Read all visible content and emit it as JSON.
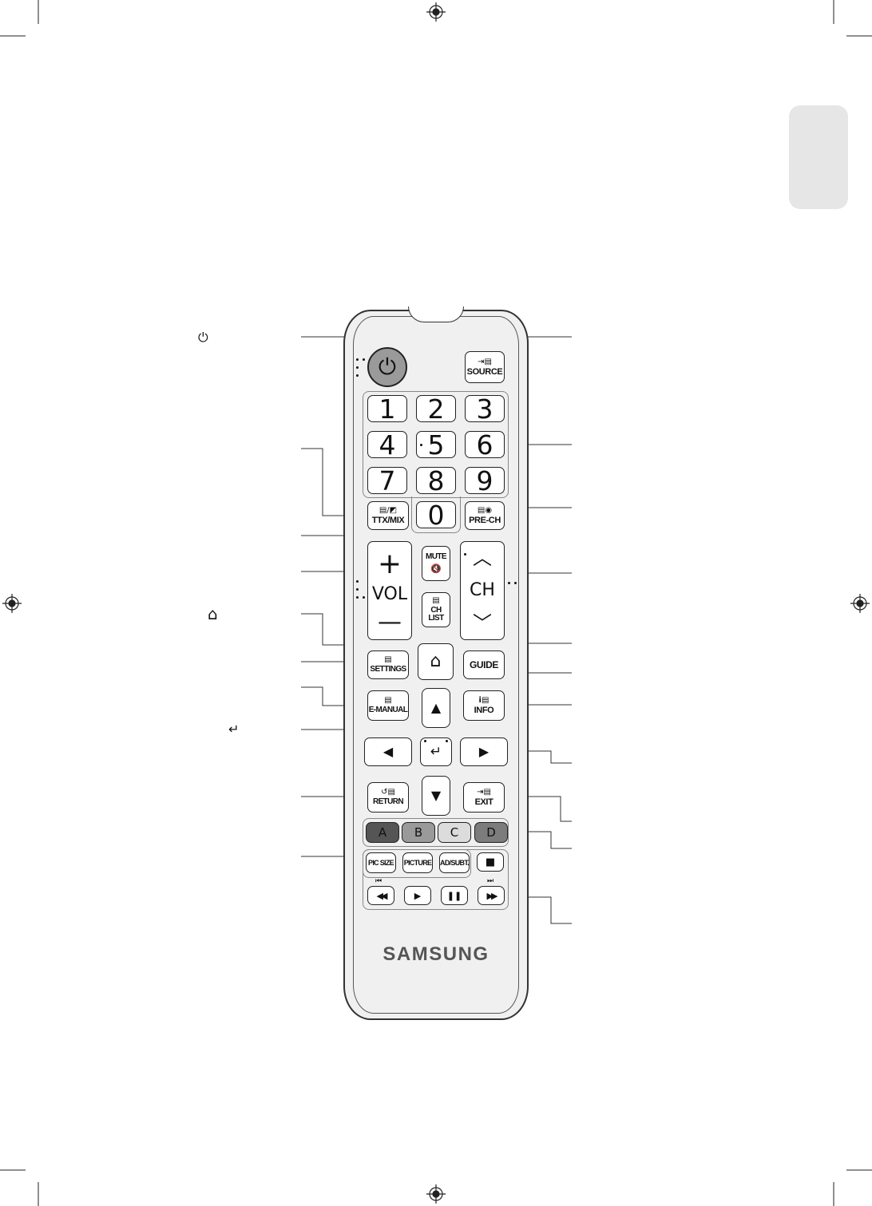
{
  "remote": {
    "source": {
      "icons": "⇥▤",
      "label": "SOURCE"
    },
    "numbers": [
      "1",
      "2",
      "3",
      "4",
      "5",
      "6",
      "7",
      "8",
      "9",
      "0"
    ],
    "ttx": {
      "icons": "▤/◩",
      "label": "TTX/MIX"
    },
    "prech": {
      "icons": "▤◉",
      "label": "PRE-CH"
    },
    "vol": {
      "plus": "+",
      "label": "VOL",
      "minus": "—"
    },
    "mute": {
      "label": "MUTE",
      "icon": "🔇"
    },
    "ch": {
      "up": "︿",
      "label": "CH",
      "down": "﹀"
    },
    "chlist": {
      "icon": "▤",
      "label": "CH LIST"
    },
    "home": {
      "icon": "⌂"
    },
    "settings": {
      "icon": "▤",
      "label": "SETTINGS"
    },
    "guide": {
      "label": "GUIDE"
    },
    "emanual": {
      "icon": "▤",
      "label": "E-MANUAL"
    },
    "info": {
      "icon": "i▤",
      "label": "INFO"
    },
    "nav": {
      "up": "▲",
      "down": "▼",
      "left": "◀",
      "right": "▶",
      "enter": "↵"
    },
    "return": {
      "icon": "↺▤",
      "label": "RETURN"
    },
    "exit": {
      "icon": "⇥▤",
      "label": "EXIT"
    },
    "colors": [
      {
        "label": "A",
        "color": "#555555"
      },
      {
        "label": "B",
        "color": "#9a9a9a"
      },
      {
        "label": "C",
        "color": "#dcdcdc"
      },
      {
        "label": "D",
        "color": "#7c7c7c"
      }
    ],
    "picsize": "PIC SIZE",
    "picture": "PICTURE",
    "adsubt": "AD/SUBT.",
    "stop": "■",
    "prev": "⏮",
    "next": "⏭",
    "rewind": "◀◀",
    "playbtn": "▶",
    "pause": "❚❚",
    "ff": "▶▶",
    "logo": "SAMSUNG"
  },
  "callouts": {
    "power_icon": "⏻",
    "home_icon": "⌂",
    "enter_icon": "↵"
  }
}
